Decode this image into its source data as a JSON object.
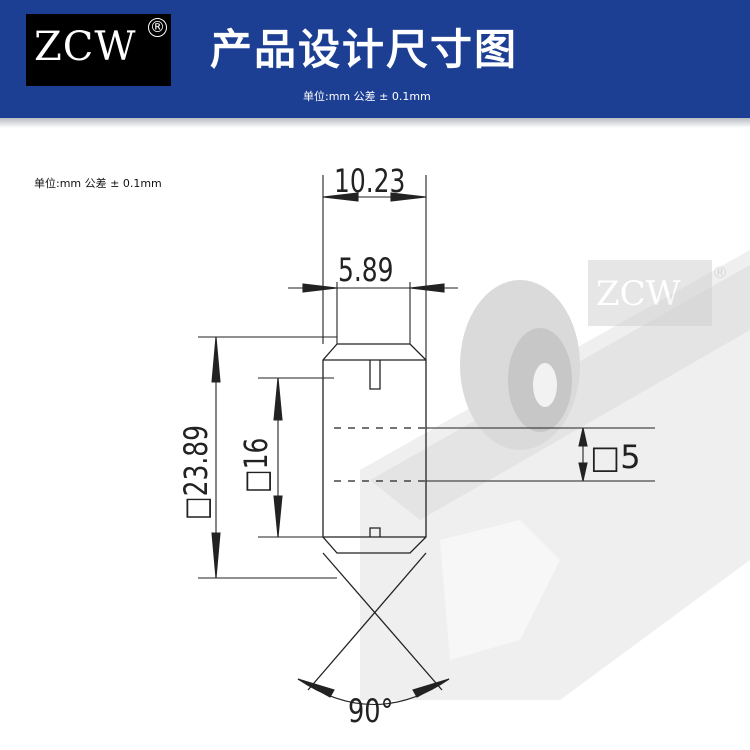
{
  "header": {
    "logo_text": "ZCW",
    "logo_mark": "®",
    "title": "产品设计尺寸图",
    "subtitle": "单位:mm 公差 ± 0.1mm"
  },
  "note": "单位:mm  公差 ± 0.1mm",
  "watermark": {
    "logo_text": "ZCW",
    "logo_mark": "®"
  },
  "dimensions": {
    "overall_width": "10.23",
    "inner_width": "5.89",
    "overall_height": "□23.89",
    "inner_height": "□16",
    "groove_depth": "□5",
    "angle": "90°"
  },
  "colors": {
    "header_bg": "#1d3f93",
    "line": "#222222",
    "watermark": "#c8c8c8"
  }
}
